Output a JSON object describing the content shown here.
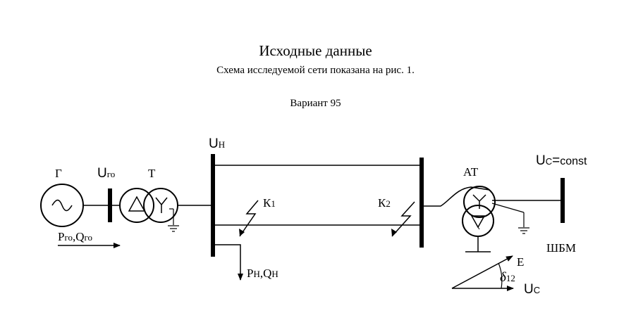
{
  "header": {
    "title": "Исходные данные",
    "subtitle": "Схема исследуемой сети показана на рис. 1.",
    "variant": "Вариант 95"
  },
  "diagram": {
    "generator_label": "Г",
    "ugo_main": "U",
    "ugo_sub": "го",
    "transformer_label": "Т",
    "un_main": "U",
    "un_sub": "Н",
    "k1_main": "К",
    "k1_sub": "1",
    "k2_main": "К",
    "k2_sub": "2",
    "at_label": "АТ",
    "uc_const_main": "U",
    "uc_const_sub": "C",
    "uc_const_suffix": "=",
    "uc_const_word": "const",
    "pgo_p": "P",
    "pgo_p_sub": "го",
    "pgo_q": ",Q",
    "pgo_q_sub": "го",
    "pn_p": "P",
    "pn_p_sub": "Н",
    "pn_q": ",Q",
    "pn_q_sub": "Н",
    "shbm_label": "ШБМ",
    "e_label": "E",
    "delta_main": "δ",
    "delta_sub": "12",
    "uc_main": "U",
    "uc_sub": "C"
  }
}
